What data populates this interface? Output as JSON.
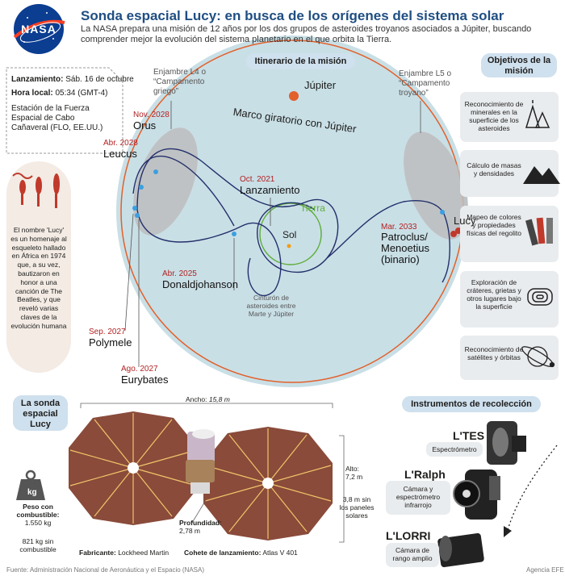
{
  "header": {
    "logo_text": "NASA",
    "title": "Sonda espacial Lucy: en busca de los orígenes del sistema solar",
    "subtitle": "La NASA prepara una misión de 12 años por los dos grupos de asteroides troyanos asociados a Júpiter, buscando comprender mejor la evolución del sistema planetario en el que orbita la Tierra."
  },
  "launch_info": {
    "launch_label": "Lanzamiento:",
    "launch_value": "Sáb. 16 de octubre",
    "time_label": "Hora local:",
    "time_value": "05:34 (GMT-4)",
    "station": "Estación de la Fuerza Espacial de Cabo Cañaveral (FLO, EE.UU.)"
  },
  "lucy_note": "El nombre 'Lucy' es un homenaje al esqueleto hallado en África en 1974 que, a su vez, bautizaron en honor a una canción de The Beatles, y que reveló varias claves de la evolución humana",
  "itinerary": {
    "title": "Itinerario de la misión",
    "jupiter": "Júpiter",
    "rotating_frame": "Marco giratorio con Júpiter",
    "l4": "Enjambre L4 o “Campamento griego”",
    "l5": "Enjambre L5 o “Campamento troyano”",
    "earth": "Tierra",
    "sun": "Sol",
    "lucy": "Lucy",
    "belt": "Cinturón de asteroides entre Marte y Júpiter",
    "events": [
      {
        "date": "Nov. 2028",
        "name": "Orus"
      },
      {
        "date": "Abr. 2028",
        "name": "Leucus"
      },
      {
        "date": "Oct. 2021",
        "name": "Lanzamiento"
      },
      {
        "date": "Abr. 2025",
        "name": "Donaldjohanson"
      },
      {
        "date": "Sep. 2027",
        "name": "Polymele"
      },
      {
        "date": "Ago. 2027",
        "name": "Eurybates"
      },
      {
        "date": "Mar. 2033",
        "name": "Patroclus/ Menoetius (binario)"
      }
    ]
  },
  "objectives": {
    "title": "Objetivos de la misión",
    "items": [
      {
        "text": "Reconocimiento de minerales en la superficie de los asteroides",
        "icon": "crystal-icon"
      },
      {
        "text": "Cálculo de masas y densidades",
        "icon": "mountains-icon"
      },
      {
        "text": "Mapeo de colores y propiedades físicas del regolito",
        "icon": "color-palette-icon"
      },
      {
        "text": "Exploración de cráteres, grietas y otros lugares bajo la superficie",
        "icon": "terrain-icon"
      },
      {
        "text": "Reconocimiento de satélites y órbitas",
        "icon": "orbit-icon"
      }
    ]
  },
  "probe": {
    "title": "La sonda espacial Lucy",
    "width_label": "Ancho:",
    "width_value": "15,8 m",
    "height_label": "Alto:",
    "height_value": "7,2 m",
    "panels": "3,8 m sin los paneles solares",
    "depth_label": "Profundidad:",
    "depth_value": "2,78 m",
    "weight_label": "Peso con combustible:",
    "weight_value": "1.550 kg",
    "dry_weight": "821 kg sin combustible",
    "weight_icon_text": "kg",
    "maker_label": "Fabricante:",
    "maker_value": "Lockheed Martin",
    "rocket_label": "Cohete de lanzamiento:",
    "rocket_value": "Atlas V 401"
  },
  "instruments": {
    "title": "Instrumentos de recolección",
    "items": [
      {
        "name": "L'TES",
        "desc": "Espectrómetro"
      },
      {
        "name": "L'Ralph",
        "desc": "Cámara y espectrómetro infrarrojo"
      },
      {
        "name": "L'LORRI",
        "desc": "Cámara de rango amplio"
      }
    ]
  },
  "footer": {
    "source": "Fuente: Administración Nacional de Aeronáutica y el Espacio (NASA)",
    "agency": "Agencia EFE"
  },
  "colors": {
    "title": "#1f4e82",
    "pill": "#cfe0ee",
    "orbit_area": "#c9dfe6",
    "jupiter_orbit": "#e2602a",
    "trajectory": "#23306b",
    "earth_orbit": "#5fae3c",
    "date_red": "#b22222"
  }
}
